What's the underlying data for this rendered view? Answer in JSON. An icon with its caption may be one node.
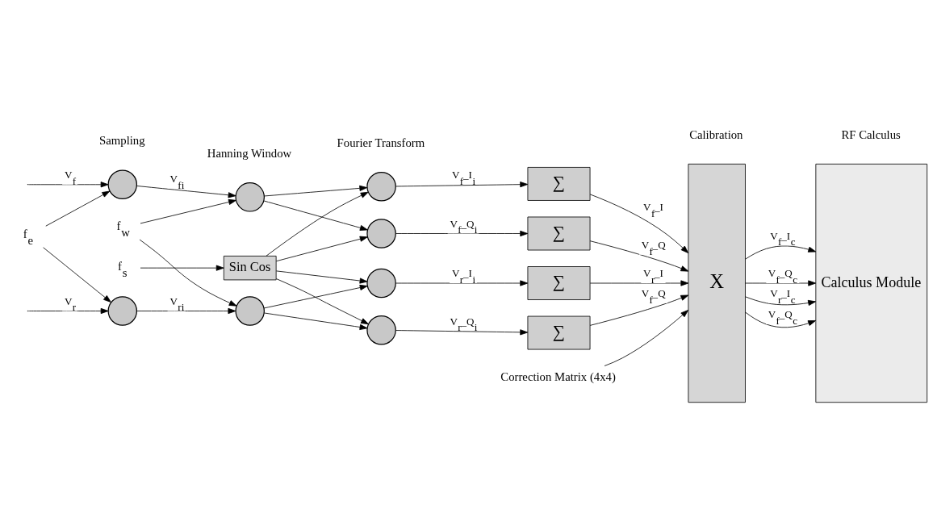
{
  "diagram": {
    "nodes": [
      {
        "text": [
          "f$_{e}$"
        ]
      },
      {
        "text": [
          "f$_{w}$"
        ]
      },
      {
        "text": [
          "f$_{s}$"
        ]
      },
      {
        "text": [
          "Sin Cos"
        ]
      },
      {
        "text": [],
        "shape": "circle"
      },
      {
        "text": [],
        "shape": "circle"
      },
      {
        "text": [],
        "shape": "circle"
      },
      {
        "text": [],
        "shape": "circle"
      },
      {
        "text": [],
        "shape": "circle"
      },
      {
        "text": [],
        "shape": "circle"
      },
      {
        "text": [],
        "shape": "circle"
      },
      {
        "text": [],
        "shape": "circle"
      },
      {
        "text": [
          "∑"
        ]
      },
      {
        "text": [
          "∑"
        ]
      },
      {
        "text": [
          "∑"
        ]
      },
      {
        "text": [
          "∑"
        ]
      },
      {
        "text": [
          "X"
        ]
      },
      {
        "text": [
          "Calculus Module"
        ]
      },
      {
        "text": [
          "Correction Matrix (4x4)"
        ]
      }
    ],
    "edges": [
      {
        "from": 0,
        "to": 4,
        "arrow": "to"
      },
      {
        "from": 0,
        "to": 5,
        "arrow": "to"
      },
      {
        "from": 1,
        "to": 6,
        "arrow": "to"
      },
      {
        "from": 1,
        "to": 7,
        "arrow": "to"
      },
      {
        "from": 2,
        "to": 3,
        "arrow": "to"
      },
      {
        "from": 3,
        "to": 8,
        "arrow": "to"
      },
      {
        "from": 3,
        "to": 9,
        "arrow": "to"
      },
      {
        "from": 3,
        "to": 10,
        "arrow": "to"
      },
      {
        "from": 3,
        "to": 11,
        "arrow": "to"
      },
      {
        "from": null,
        "to": 4,
        "arrow": "to",
        "label": "V$_{f}$"
      },
      {
        "from": null,
        "to": 5,
        "arrow": "to",
        "label": "V$_{r}$"
      },
      {
        "from": 4,
        "to": 6,
        "arrow": "to",
        "label": "V$_{fi}$"
      },
      {
        "from": 5,
        "to": 7,
        "arrow": "to",
        "label": "V$_{ri}$"
      },
      {
        "from": 6,
        "to": 8,
        "arrow": "to"
      },
      {
        "from": 6,
        "to": 9,
        "arrow": "to"
      },
      {
        "from": 7,
        "to": 10,
        "arrow": "to"
      },
      {
        "from": 7,
        "to": 11,
        "arrow": "to"
      },
      {
        "from": 8,
        "to": 12,
        "arrow": "to",
        "label": "V$_{f}$_I$_{i}$"
      },
      {
        "from": 9,
        "to": 13,
        "arrow": "to",
        "label": "V$_{f}$_Q$_{i}$"
      },
      {
        "from": 10,
        "to": 14,
        "arrow": "to",
        "label": "V$_{r}$_I$_{i}$"
      },
      {
        "from": 11,
        "to": 15,
        "arrow": "to",
        "label": "V$_{r}$_Q$_{i}$"
      },
      {
        "from": 12,
        "to": 16,
        "arrow": "to",
        "label": "V$_{f}$_I"
      },
      {
        "from": 13,
        "to": 16,
        "arrow": "to",
        "label": "V$_{f}$_Q"
      },
      {
        "from": 14,
        "to": 16,
        "arrow": "to",
        "label": "V$_{r}$_I"
      },
      {
        "from": 15,
        "to": 16,
        "arrow": "to",
        "label": "V$_{f}$_Q"
      },
      {
        "from": 18,
        "to": 16,
        "arrow": "to"
      },
      {
        "from": 16,
        "to": 17,
        "arrow": "to",
        "label": "V$_{f}$_I$_{c}$"
      },
      {
        "from": 16,
        "to": 17,
        "arrow": "to",
        "label": "V$_{f}$_Q$_{c}$"
      },
      {
        "from": 16,
        "to": 17,
        "arrow": "to",
        "label": "V$_{r}$_I$_{c}$"
      },
      {
        "from": 16,
        "to": 17,
        "arrow": "to",
        "label": "V$_{f}$_Q$_{c}$"
      }
    ],
    "labels": [
      "Sampling",
      "Hanning Window",
      "Fourier Transform",
      "Calibration",
      "RF Calculus"
    ]
  }
}
